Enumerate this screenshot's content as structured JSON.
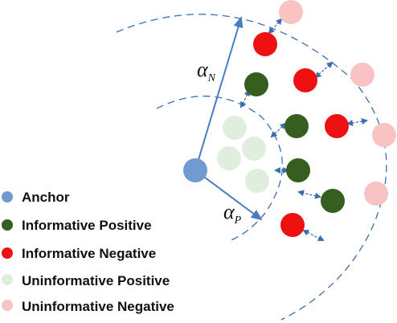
{
  "colors": {
    "anchor": "#6f9bd1",
    "informative_positive": "#355e1f",
    "informative_negative": "#ee1111",
    "uninformative_positive": "#dfeedd",
    "uninformative_negative": "#f9c3c3",
    "boundary": "#3a6eb0",
    "arrow": "#3a6eb0",
    "radius": "#4a7cc2"
  },
  "labels": {
    "alpha_n_symbol": "α",
    "alpha_n_subscript": "N",
    "alpha_p_symbol": "α",
    "alpha_p_subscript": "P"
  },
  "legend": [
    {
      "label": "Anchor",
      "color_key": "anchor"
    },
    {
      "label": "Informative Positive",
      "color_key": "informative_positive"
    },
    {
      "label": "Informative Negative",
      "color_key": "informative_negative"
    },
    {
      "label": "Uninformative Positive",
      "color_key": "uninformative_positive"
    },
    {
      "label": "Uninformative Negative",
      "color_key": "uninformative_negative"
    }
  ]
}
